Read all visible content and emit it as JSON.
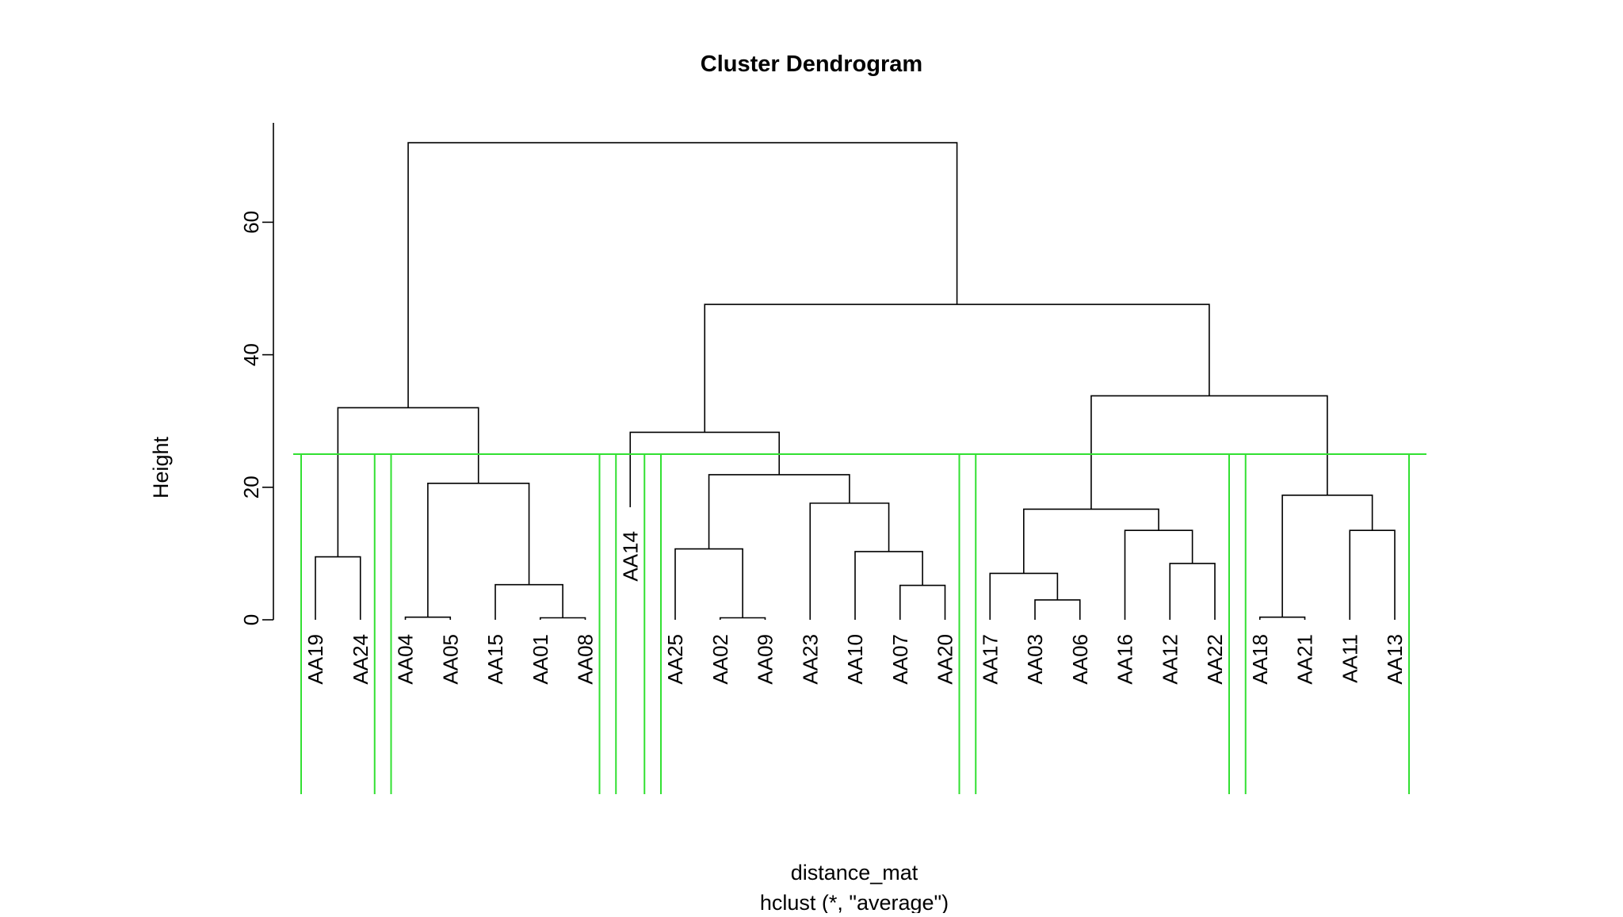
{
  "figure": {
    "title": "Cluster Dendrogram",
    "caption_line1": "distance_mat",
    "caption_line2": "hclust (*, \"average\")",
    "ylabel": "Height"
  },
  "axis": {
    "tick_labels": [
      "0",
      "20",
      "40",
      "60"
    ],
    "tick_values": [
      0,
      20,
      40,
      60
    ]
  },
  "colors": {
    "tree": "#000000",
    "cut_rect": "#32e032",
    "background": "#ffffff",
    "text": "#000000"
  },
  "chart_data": {
    "type": "dendrogram",
    "title": "Cluster Dendrogram",
    "xlabel": "distance_mat\nhclust (*, \"average\")",
    "ylabel": "Height",
    "ylim": [
      0,
      75
    ],
    "ytick_values": [
      0,
      20,
      40,
      60
    ],
    "grid": false,
    "legend": "none",
    "linkage_method": "average",
    "distance_object": "distance_mat",
    "cut_height": 25,
    "n_leaves": 25,
    "leaf_order": [
      "AA19",
      "AA24",
      "AA04",
      "AA05",
      "AA15",
      "AA01",
      "AA08",
      "AA14",
      "AA25",
      "AA02",
      "AA09",
      "AA23",
      "AA10",
      "AA07",
      "AA20",
      "AA17",
      "AA03",
      "AA06",
      "AA16",
      "AA12",
      "AA22",
      "AA18",
      "AA21",
      "AA11",
      "AA13"
    ],
    "merges": [
      {
        "id": "n1",
        "left": "AA19",
        "right": "AA24",
        "height": 9.5
      },
      {
        "id": "n2",
        "left": "AA04",
        "right": "AA05",
        "height": 0.4
      },
      {
        "id": "n3",
        "left": "AA01",
        "right": "AA08",
        "height": 0.3
      },
      {
        "id": "n4",
        "left": "AA15",
        "right": "n3",
        "height": 5.3
      },
      {
        "id": "n5",
        "left": "n2",
        "right": "n4",
        "height": 20.6
      },
      {
        "id": "n6",
        "left": "n1",
        "right": "n5",
        "height": 32.0
      },
      {
        "id": "n7",
        "left": "AA02",
        "right": "AA09",
        "height": 0.3
      },
      {
        "id": "n8",
        "left": "AA25",
        "right": "n7",
        "height": 10.7
      },
      {
        "id": "n9",
        "left": "AA07",
        "right": "AA20",
        "height": 5.2
      },
      {
        "id": "n10",
        "left": "AA10",
        "right": "n9",
        "height": 10.3
      },
      {
        "id": "n11",
        "left": "AA23",
        "right": "n10",
        "height": 17.6
      },
      {
        "id": "n12",
        "left": "n8",
        "right": "n11",
        "height": 21.9
      },
      {
        "id": "n13",
        "left": "AA14",
        "right": "n12",
        "height": 28.3
      },
      {
        "id": "n14",
        "left": "AA03",
        "right": "AA06",
        "height": 3.0
      },
      {
        "id": "n15",
        "left": "AA17",
        "right": "n14",
        "height": 7.0
      },
      {
        "id": "n16",
        "left": "AA12",
        "right": "AA22",
        "height": 8.5
      },
      {
        "id": "n17",
        "left": "AA16",
        "right": "n16",
        "height": 13.5
      },
      {
        "id": "n18",
        "left": "n15",
        "right": "n17",
        "height": 16.7
      },
      {
        "id": "n19",
        "left": "AA18",
        "right": "AA21",
        "height": 0.4
      },
      {
        "id": "n20",
        "left": "AA11",
        "right": "AA13",
        "height": 13.5
      },
      {
        "id": "n21",
        "left": "n19",
        "right": "n20",
        "height": 18.8
      },
      {
        "id": "n22",
        "left": "n18",
        "right": "n21",
        "height": 33.8
      },
      {
        "id": "n23",
        "left": "n13",
        "right": "n22",
        "height": 47.6
      },
      {
        "id": "n24",
        "left": "n6",
        "right": "n23",
        "height": 72.0
      }
    ],
    "cut_groups": [
      {
        "members": [
          "AA19",
          "AA24"
        ]
      },
      {
        "members": [
          "AA04",
          "AA05",
          "AA15",
          "AA01",
          "AA08"
        ]
      },
      {
        "members": [
          "AA14"
        ]
      },
      {
        "members": [
          "AA25",
          "AA02",
          "AA09",
          "AA23",
          "AA10",
          "AA07",
          "AA20"
        ]
      },
      {
        "members": [
          "AA17",
          "AA03",
          "AA06",
          "AA16",
          "AA12",
          "AA22"
        ]
      },
      {
        "members": [
          "AA18",
          "AA21",
          "AA11",
          "AA13"
        ]
      }
    ]
  }
}
